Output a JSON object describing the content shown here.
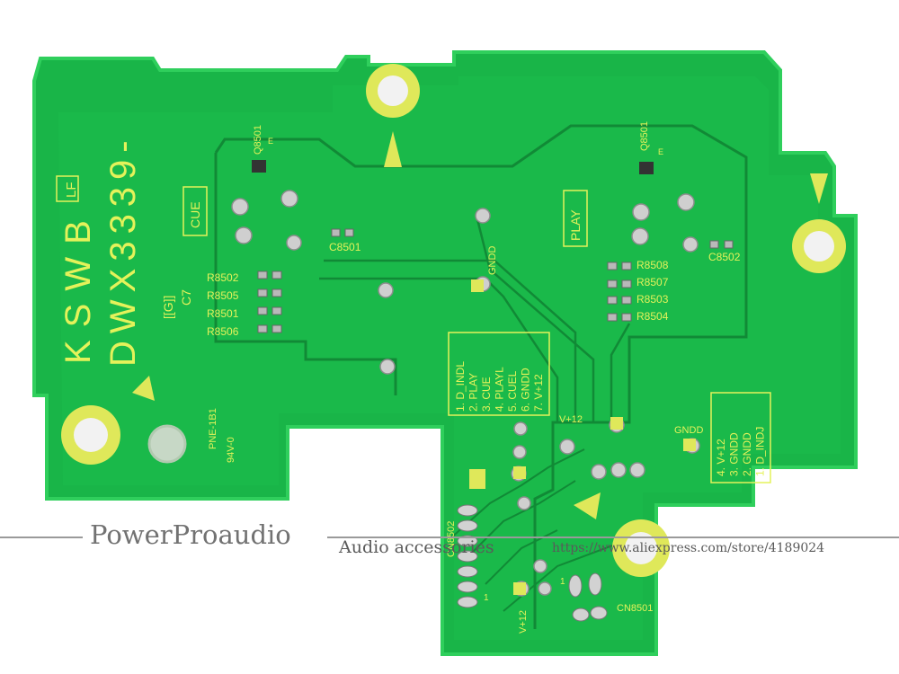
{
  "board": {
    "model_line1": "KSWB",
    "model_mark": "LF",
    "model_line2": "DWX3339-",
    "rev1": "[[G]]",
    "rev2": "C7",
    "cue_label": "CUE",
    "play_label": "PLAY",
    "refs": {
      "q_left": "Q8501",
      "q_right": "Q8501",
      "c8501": "C8501",
      "c8502": "C8502",
      "r8502": "R8502",
      "r8505": "R8505",
      "r8501": "R8501",
      "r8506": "R8506",
      "r8508": "R8508",
      "r8507": "R8507",
      "r8503": "R8503",
      "r8504": "R8504",
      "gndd": "GNDD",
      "gndd2": "GNDD",
      "vplus12a": "V+12",
      "vplus12b": "V+12",
      "cn8501": "CN8501",
      "cn8502": "CN8502",
      "pne": "PNE-1B1",
      "v0": "94V-0",
      "pin1": "1",
      "pin1b": "1",
      "e1": "E",
      "e2": "E"
    },
    "pinout_left": [
      "1. D_INDL",
      "2. PLAY",
      "3. CUE",
      "4. PLAYL",
      "5. CUEL",
      "6. GNDD",
      "7. V+12"
    ],
    "pinout_right": [
      "4. V+12",
      "3. GNDD",
      "2. GNDD",
      "1. D_INDJ"
    ]
  },
  "watermark": {
    "brand": "PowerProaudio",
    "tagline": "Audio accessories",
    "url": "https://www.aliexpress.com/store/4189024"
  },
  "colors": {
    "pcb_green": "#19b548",
    "pcb_border": "#22c551",
    "trace": "#118a36",
    "silkscreen": "#e4f25a",
    "solder": "#c9c9c9"
  }
}
